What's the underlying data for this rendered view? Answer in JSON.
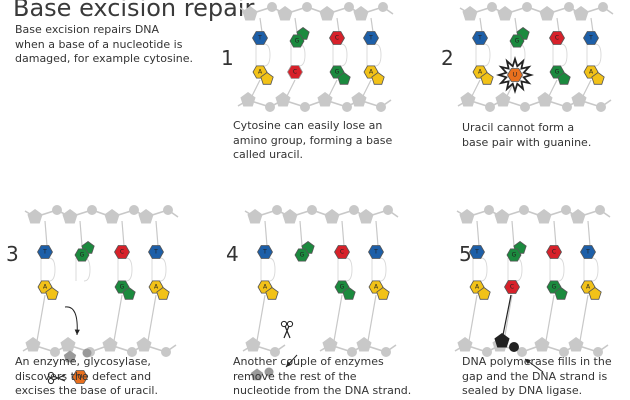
{
  "title": "Base excision repair",
  "intro": [
    "Base excision repairs DNA",
    "when a base of a nucleotide is",
    "damaged, for example cytosine."
  ],
  "colors": {
    "T": "#1d5fa8",
    "A": "#f2c218",
    "G": "#1b8a3e",
    "C": "#d7212a",
    "U": "#e8701e",
    "backbone": "#c8c8c8",
    "outline": "#555555",
    "text": "#333333",
    "new": "#222222"
  },
  "steps": [
    {
      "number": "1",
      "caption": [
        "Cytosine can easily lose an",
        "amino group, forming a base",
        "called uracil."
      ],
      "pairs": [
        {
          "top": "T",
          "bottom": "A"
        },
        {
          "top": "G",
          "bottom": "C",
          "bottom_state": "damaged"
        },
        {
          "top": "C",
          "bottom": "G"
        },
        {
          "top": "T",
          "bottom": "A"
        }
      ]
    },
    {
      "number": "2",
      "caption": [
        "Uracil cannot form a",
        "base pair with guanine."
      ],
      "pairs": [
        {
          "top": "T",
          "bottom": "A"
        },
        {
          "top": "G",
          "bottom": "U",
          "bottom_state": "burst"
        },
        {
          "top": "C",
          "bottom": "G"
        },
        {
          "top": "T",
          "bottom": "A"
        }
      ]
    },
    {
      "number": "3",
      "caption": [
        "An enzyme, glycosylase,",
        "discovers the defect and",
        "excises the base of uracil."
      ],
      "pairs": [
        {
          "top": "T",
          "bottom": "A"
        },
        {
          "top": "G",
          "bottom": "U",
          "bottom_state": "excised"
        },
        {
          "top": "C",
          "bottom": "G"
        },
        {
          "top": "T",
          "bottom": "A"
        }
      ],
      "tools": [
        "curved-arrow",
        "scissors"
      ]
    },
    {
      "number": "4",
      "caption": [
        "Another couple of enzymes",
        "remove the rest of the",
        "nucleotide from the DNA strand."
      ],
      "pairs": [
        {
          "top": "T",
          "bottom": "A"
        },
        {
          "top": "G",
          "bottom": null,
          "bottom_state": "removed"
        },
        {
          "top": "C",
          "bottom": "G"
        },
        {
          "top": "T",
          "bottom": "A"
        }
      ],
      "tools": [
        "scissors",
        "arrow"
      ]
    },
    {
      "number": "5",
      "caption": [
        "DNA polymerase fills in the",
        "gap and the DNA strand is",
        "sealed by DNA ligase."
      ],
      "pairs": [
        {
          "top": "T",
          "bottom": "A"
        },
        {
          "top": "G",
          "bottom": "C",
          "bottom_state": "new"
        },
        {
          "top": "C",
          "bottom": "G"
        },
        {
          "top": "T",
          "bottom": "A"
        }
      ],
      "tools": [
        "arrow"
      ]
    }
  ]
}
